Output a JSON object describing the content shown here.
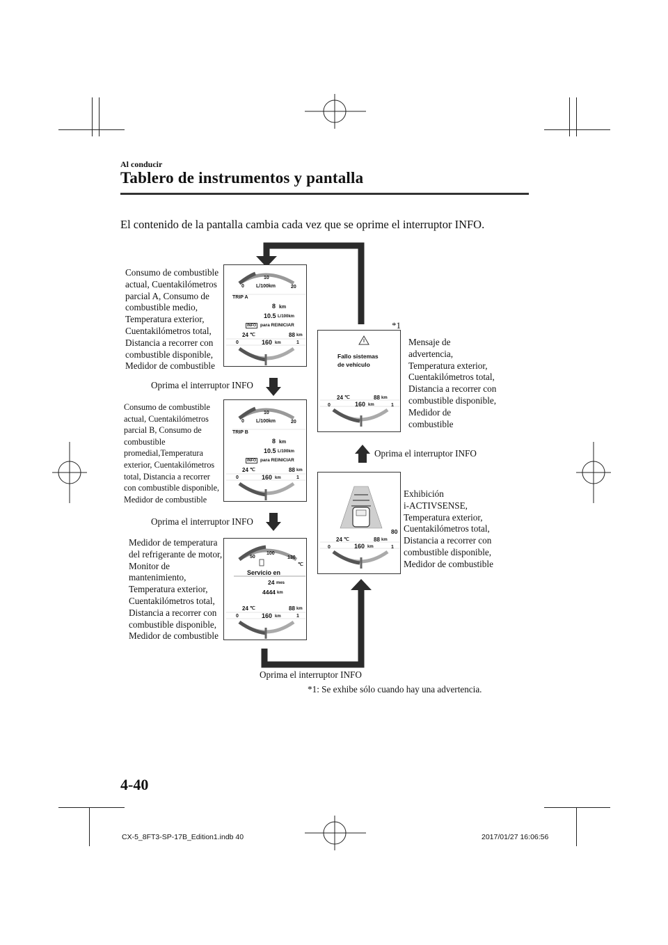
{
  "header": {
    "section": "Al conducir",
    "title": "Tablero de instrumentos y pantalla"
  },
  "intro": "El contenido de la pantalla cambia cada vez que se oprime el interruptor INFO.",
  "screens": {
    "trip_a": {
      "description_lines": [
        "Consumo de combustible",
        "actual, Cuentakilómetros",
        "parcial A, Consumo de",
        "combustible medio,",
        "Temperatura exterior,",
        "Cuentakilómetros total,",
        "Distancia a recorrer con",
        "combustible disponible,",
        "Medidor de combustible"
      ],
      "scale_min": "0",
      "scale_mid": "10",
      "scale_max": "20",
      "unit": "L/100km",
      "trip": "TRIP A",
      "trip_value": "8",
      "trip_unit": "km",
      "avg_value": "10.5",
      "avg_unit": "L/100km",
      "info_badge": "INFO",
      "reset": "para REINICIAR",
      "temp": "24",
      "temp_unit": "℃",
      "odo": "88",
      "odo_unit": "km",
      "range": "160",
      "range_unit": "km",
      "fuel_min": "0",
      "fuel_max": "1"
    },
    "trip_b": {
      "description_lines": [
        "Consumo de combustible",
        "actual, Cuentakilómetros",
        "parcial B, Consumo de",
        "combustible",
        "promedial,Temperatura",
        "exterior, Cuentakilómetros",
        "total, Distancia a recorrer",
        "con combustible disponible,",
        "Medidor de combustible"
      ],
      "scale_min": "0",
      "scale_mid": "10",
      "scale_max": "20",
      "unit": "L/100km",
      "trip": "TRIP B",
      "trip_value": "8",
      "trip_unit": "km",
      "avg_value": "10.5",
      "avg_unit": "L/100km",
      "info_badge": "INFO",
      "reset": "para REINICIAR",
      "temp": "24",
      "temp_unit": "℃",
      "odo": "88",
      "odo_unit": "km",
      "range": "160",
      "range_unit": "km",
      "fuel_min": "0",
      "fuel_max": "1"
    },
    "coolant": {
      "description_lines": [
        "Medidor de temperatura",
        "del refrigerante de motor,",
        "Monitor de",
        "mantenimiento,",
        "Temperatura exterior,",
        "Cuentakilómetros total,",
        "Distancia a recorrer con",
        "combustible disponible,",
        "Medidor de combustible"
      ],
      "scale_low": "50",
      "scale_mid": "100",
      "scale_high": "130",
      "scale_unit": "℃",
      "service": "Servicio en",
      "months_value": "24",
      "months_unit": "mes",
      "km_value": "4444",
      "km_unit": "km",
      "temp": "24",
      "temp_unit": "℃",
      "odo": "88",
      "odo_unit": "km",
      "range": "160",
      "range_unit": "km",
      "fuel_min": "0",
      "fuel_max": "1"
    },
    "warning": {
      "description_lines": [
        "Mensaje de",
        "advertencia,",
        "Temperatura exterior,",
        "Cuentakilómetros total,",
        "Distancia a recorrer con",
        "combustible disponible,",
        "Medidor de",
        "combustible"
      ],
      "note_marker": "*1",
      "message_line1": "Fallo sistemas",
      "message_line2": "de vehículo",
      "temp": "24",
      "temp_unit": "℃",
      "odo": "88",
      "odo_unit": "km",
      "range": "160",
      "range_unit": "km",
      "fuel_min": "0",
      "fuel_max": "1"
    },
    "activsense": {
      "description_lines": [
        "Exhibición",
        "i-ACTIVSENSE,",
        "Temperatura exterior,",
        "Cuentakilómetros total,",
        "Distancia a recorrer con",
        "combustible disponible,",
        "Medidor de combustible"
      ],
      "speed": "80",
      "temp": "24",
      "temp_unit": "℃",
      "odo": "88",
      "odo_unit": "km",
      "range": "160",
      "range_unit": "km",
      "fuel_min": "0",
      "fuel_max": "1"
    }
  },
  "arrows": {
    "label_1": "Oprima el interruptor INFO",
    "label_2": "Oprima el interruptor INFO",
    "label_3": "Oprima el interruptor INFO",
    "label_4": "Oprima el interruptor INFO"
  },
  "footnote": "*1: Se exhibe sólo cuando hay una advertencia.",
  "page_number": "4-40",
  "imprint": {
    "file": "CX-5_8FT3-SP-17B_Edition1.indb   40",
    "date": "2017/01/27   16:06:56"
  },
  "icons": {
    "arrow": "block-arrow-icon",
    "warning": "warning-triangle-icon",
    "car": "car-rear-icon",
    "coolant": "thermometer-icon",
    "fuel": "fuel-pump-icon"
  }
}
